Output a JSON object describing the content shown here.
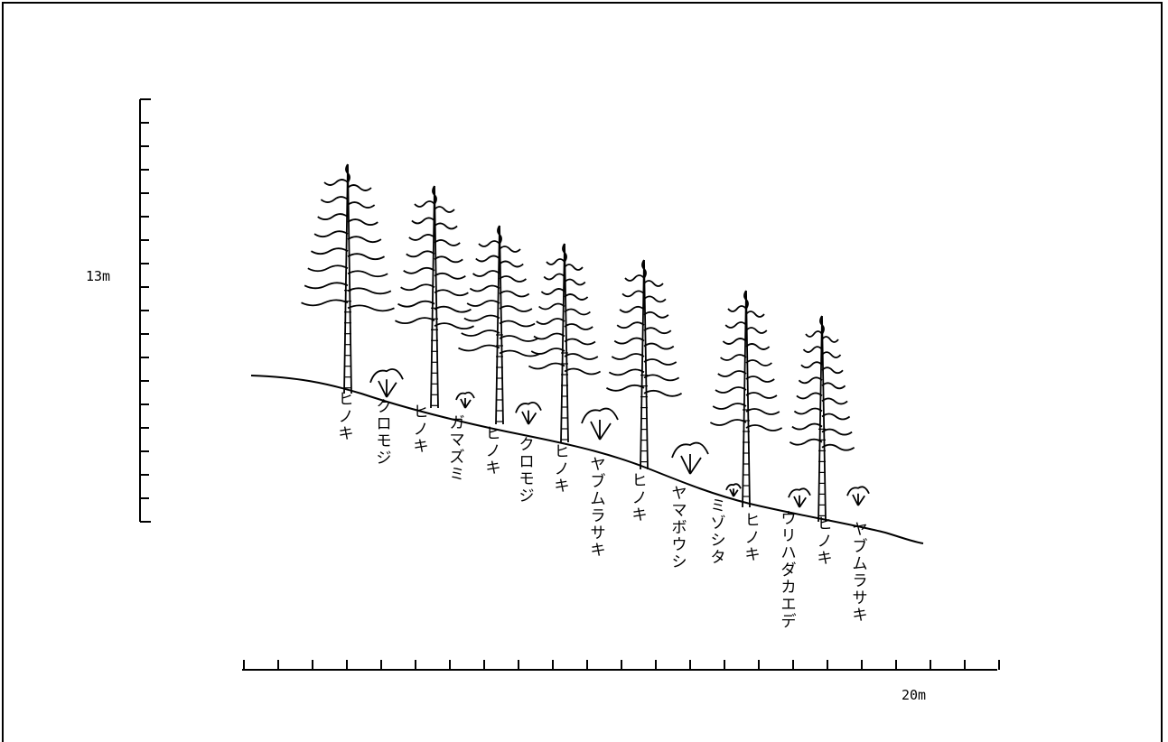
{
  "vertical_scale": {
    "label": "13m"
  },
  "horizontal_scale": {
    "label": "20m"
  },
  "species_labels": [
    "ヒノキ",
    "クロモジ",
    "ヒノキ",
    "ガマズミ",
    "ヒノキ",
    "クロモジ",
    "ヒノキ",
    "ヤブムラサキ",
    "ヒノキ",
    "ヤマボウシ",
    "ミゾシタ",
    "ヒノキ",
    "ウリハダカエデ",
    "ヒノキ",
    "ヤブムラサキ"
  ]
}
